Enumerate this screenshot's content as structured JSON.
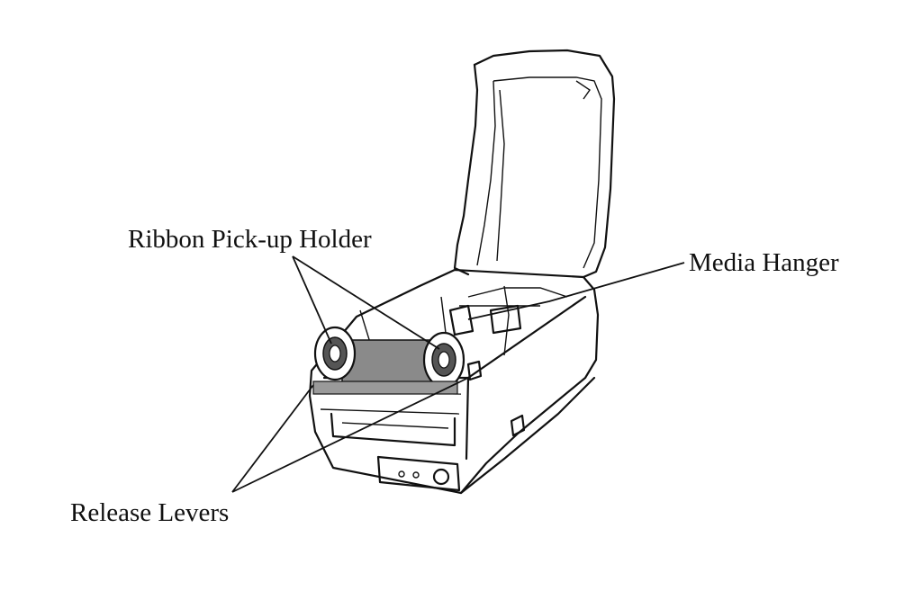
{
  "diagram": {
    "labels": {
      "ribbon_pickup_holder": "Ribbon Pick-up Holder",
      "media_hanger": "Media Hanger",
      "release_levers": "Release Levers"
    },
    "colors": {
      "ink": "#111111",
      "background": "#ffffff",
      "roll": "#8a8a8a"
    }
  }
}
